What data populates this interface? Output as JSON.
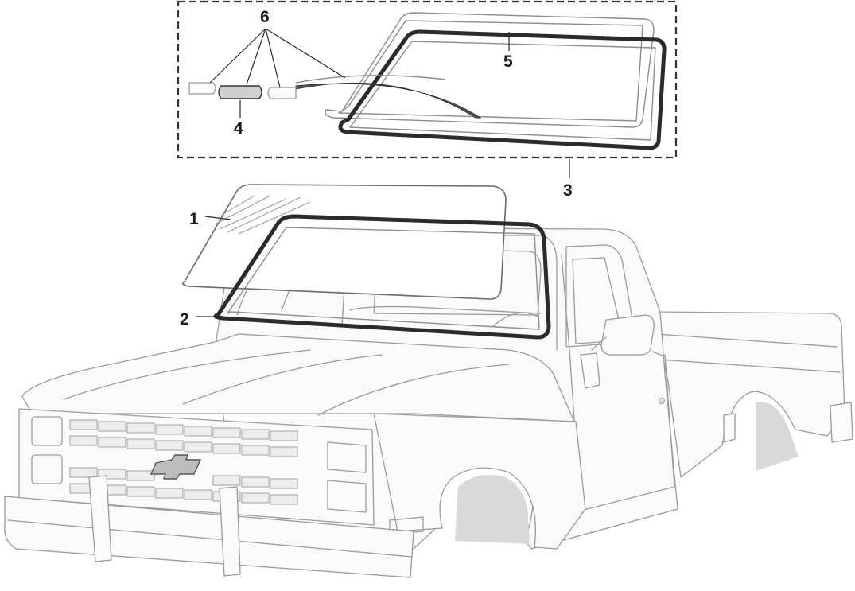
{
  "callouts": {
    "c1": "1",
    "c2": "2",
    "c3": "3",
    "c4": "4",
    "c5": "5",
    "c6": "6"
  },
  "colors": {
    "outline": "#9a9a9a",
    "seal": "#2b2b2b",
    "inset_border": "#333333"
  }
}
